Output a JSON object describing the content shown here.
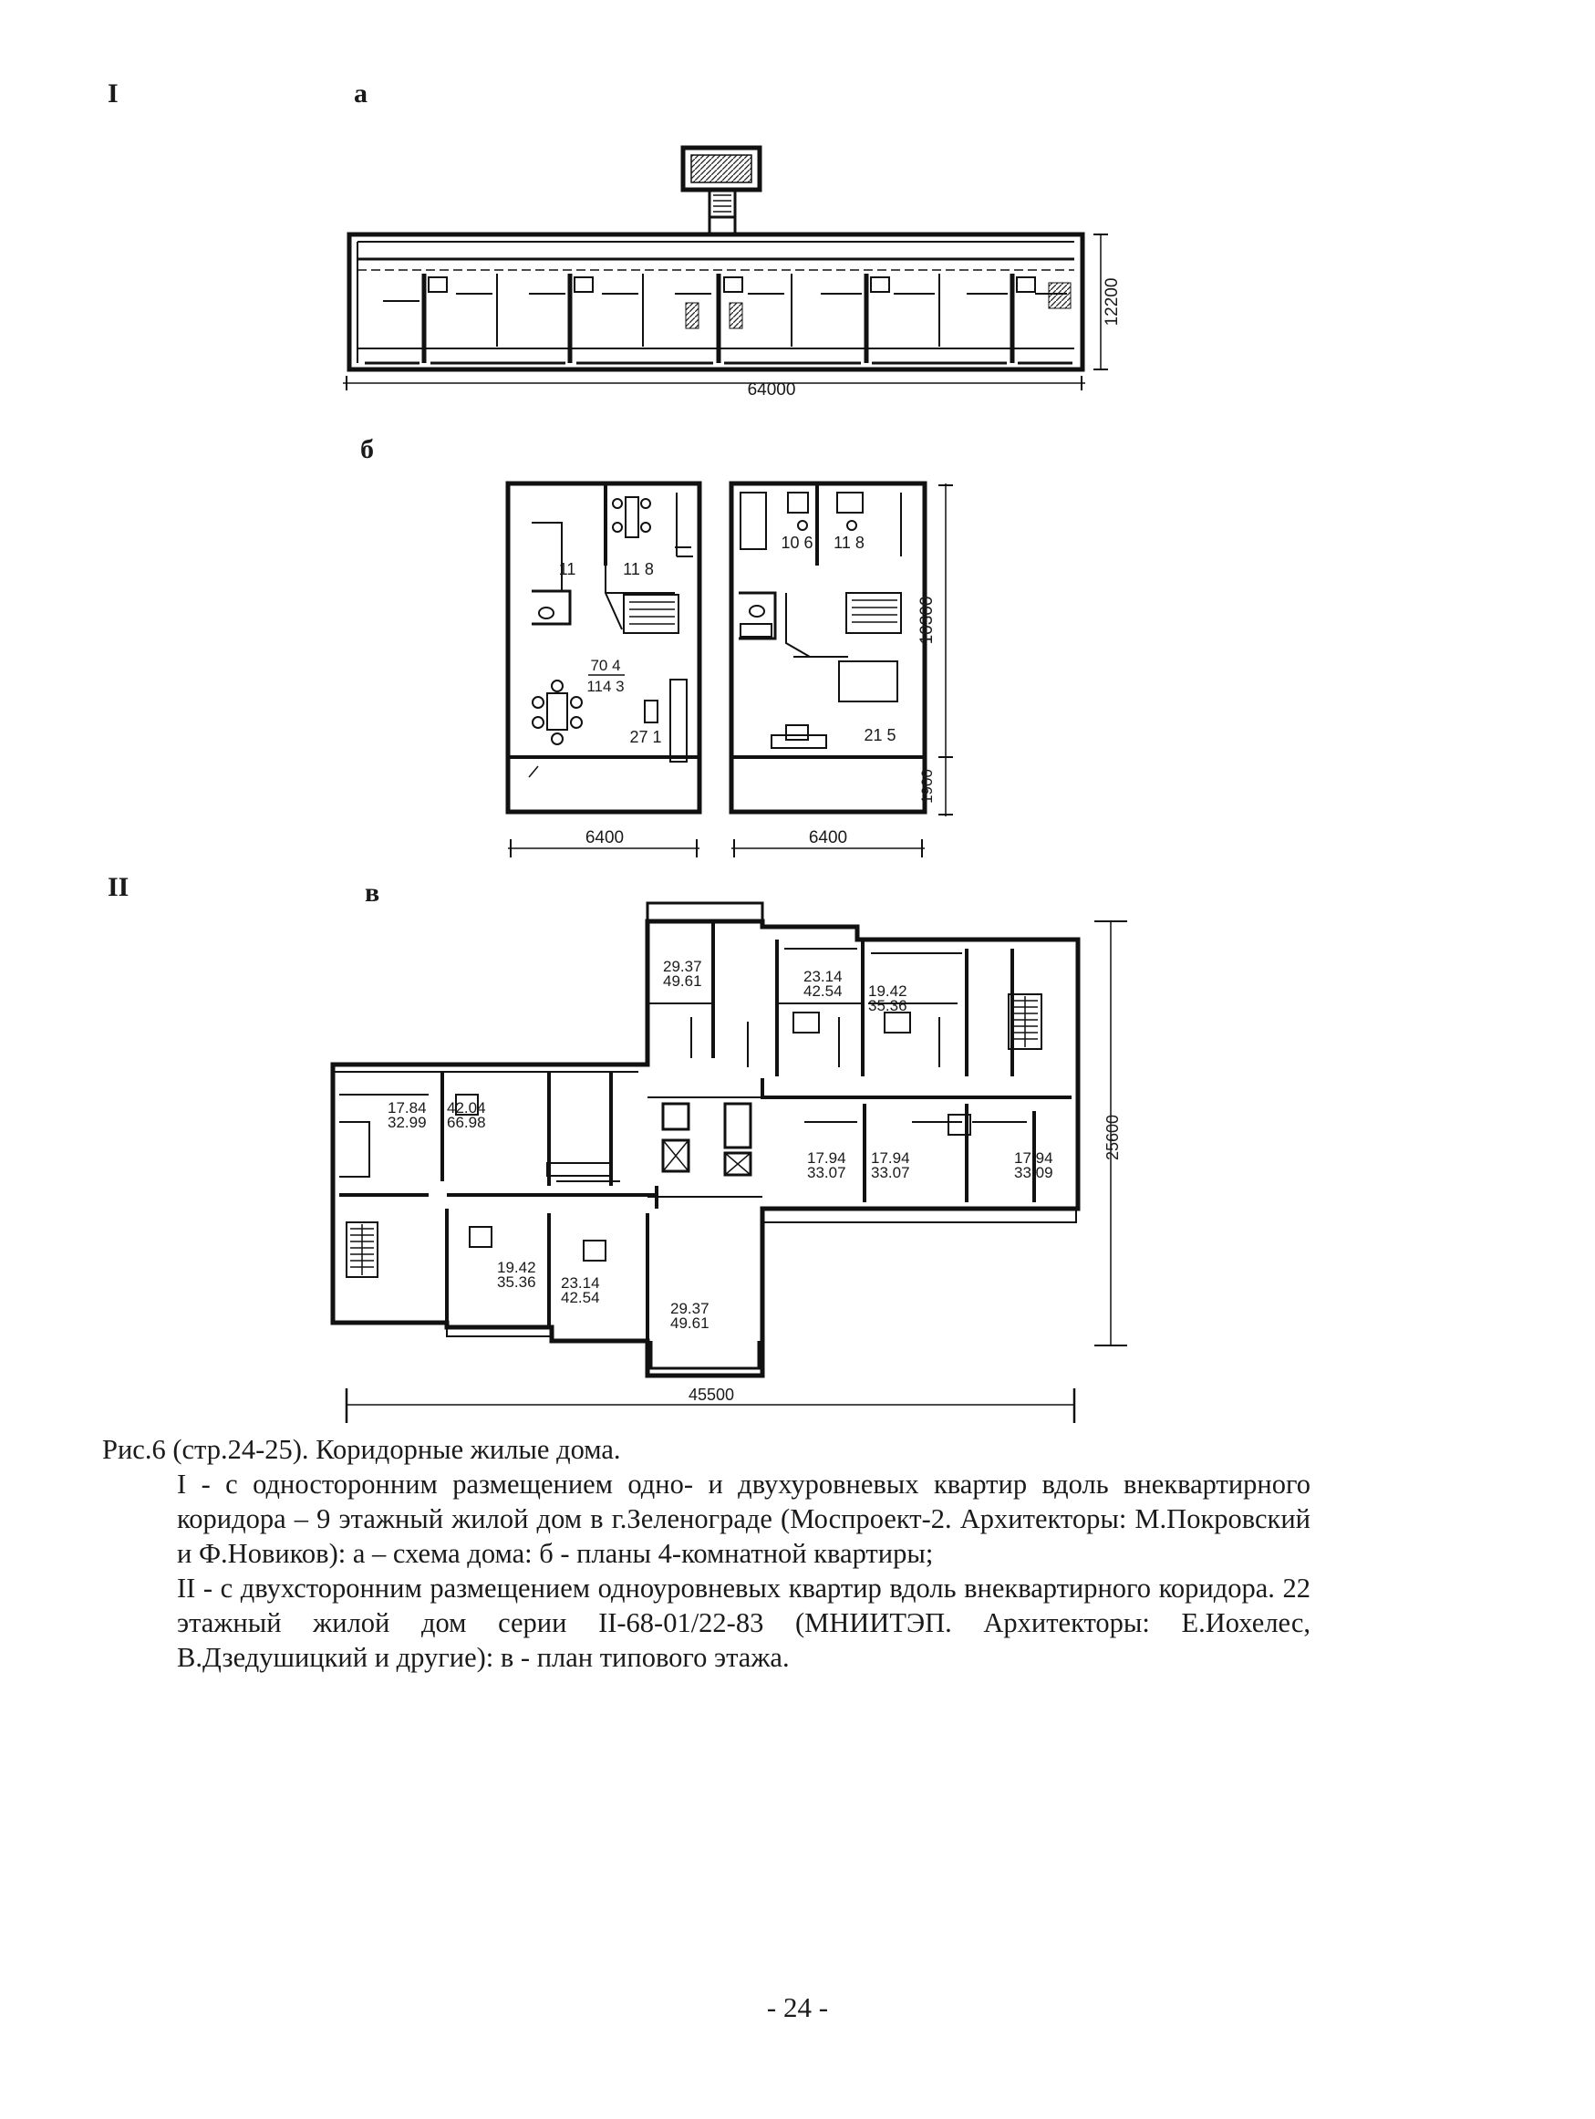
{
  "section_marks": {
    "part1": "I",
    "part2": "II",
    "sub_a": "а",
    "sub_b": "б",
    "sub_v": "в"
  },
  "plan_a": {
    "dim_length": "64000",
    "dim_depth": "12200"
  },
  "plan_b": {
    "dim_width_left": "6400",
    "dim_width_right": "6400",
    "dim_height": "10300",
    "dim_loggia": "1900",
    "left_rooms": {
      "r1": "11",
      "r2": "11 8",
      "living_top": "70 4",
      "living_bottom": "114 3",
      "r3": "27 1"
    },
    "right_rooms": {
      "r1": "10 6",
      "r2": "11 8",
      "r3": "21 5"
    }
  },
  "plan_v": {
    "dim_length": "45500",
    "dim_depth": "25600",
    "apartments": [
      {
        "living": "29.37",
        "total": "49.61"
      },
      {
        "living": "23.14",
        "total": "42.54"
      },
      {
        "living": "19.42",
        "total": "35.36"
      },
      {
        "living": "17.84",
        "total": "32.99"
      },
      {
        "living": "42.04",
        "total": "66.98"
      },
      {
        "living": "17.94",
        "total": "33.07"
      },
      {
        "living": "17.94",
        "total": "33.07"
      },
      {
        "living": "17.94",
        "total": "33.09"
      },
      {
        "living": "19.42",
        "total": "35.36"
      },
      {
        "living": "23.14",
        "total": "42.54"
      },
      {
        "living": "29.37",
        "total": "49.61"
      }
    ]
  },
  "caption": {
    "line1": "Рис.6 (стр.24-25). Коридорные жилые дома.",
    "para1": "I - с односторонним размещением одно- и двухуровневых квартир вдоль внеквартирного коридора – 9 этажный жилой дом в г.Зеленограде (Моспроект-2. Архитекторы: М.Покровский и Ф.Новиков): а – схема дома: б - планы 4-комнатной квартиры;",
    "para2": "II - с двухсторонним размещением одноуровневых квартир вдоль внеквартирного коридора. 22 этажный жилой дом серии II-68-01/22-83 (МНИИТЭП. Архитекторы: Е.Иохелес, В.Дзедушицкий и другие): в - план типового этажа."
  },
  "page_number": "- 24 -"
}
